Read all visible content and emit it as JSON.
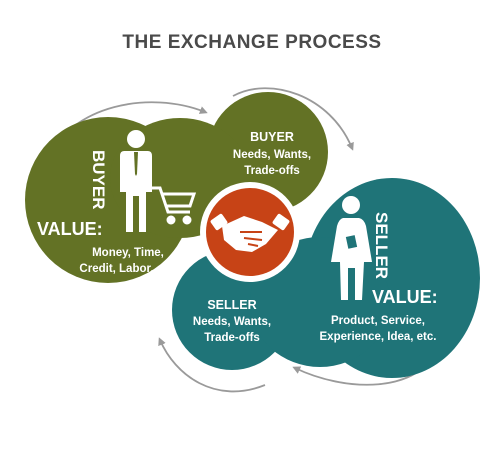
{
  "title": "THE EXCHANGE PROCESS",
  "colors": {
    "olive": "#637225",
    "teal": "#1f7478",
    "orange": "#c74316",
    "arrow": "#9a9a9a",
    "title": "#4a4a4a"
  },
  "buyer_side": {
    "vertical_label": "BUYER",
    "value_heading": "VALUE:",
    "value_lines": [
      "Money, Time,",
      "Credit, Labor, etc."
    ],
    "icons": [
      "businessman-icon",
      "shopping-cart-icon"
    ]
  },
  "buyer_needs": {
    "heading": "BUYER",
    "lines": [
      "Needs, Wants,",
      "Trade-offs"
    ]
  },
  "seller_side": {
    "vertical_label": "SELLER",
    "value_heading": "VALUE:",
    "value_lines": [
      "Product, Service,",
      "Experience, Idea, etc."
    ],
    "icons": [
      "businesswoman-icon"
    ]
  },
  "seller_needs": {
    "heading": "SELLER",
    "lines": [
      "Needs, Wants,",
      "Trade-offs"
    ]
  },
  "center": {
    "icon": "handshake-icon"
  }
}
